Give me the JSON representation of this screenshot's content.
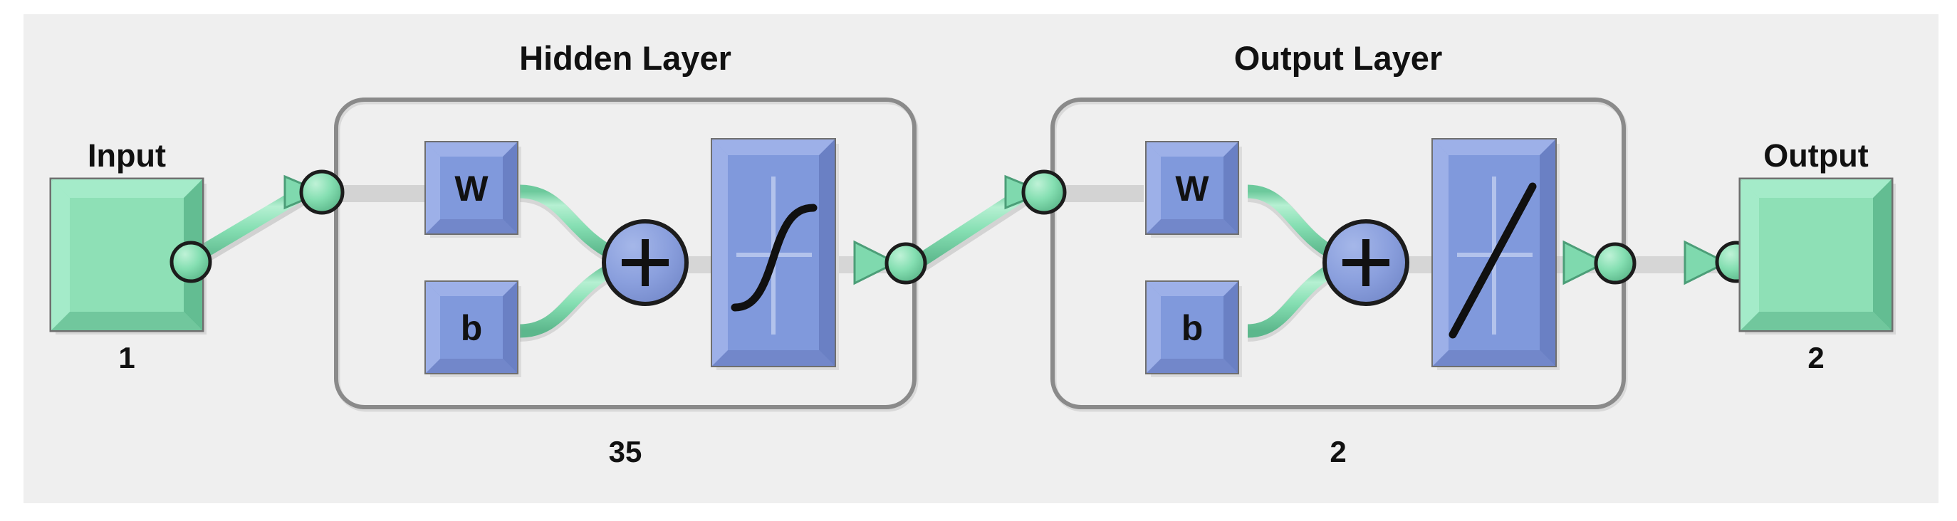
{
  "diagram": {
    "kind": "neural-network-architecture",
    "tool": "matlab-nn-view",
    "background_color": "#efefef",
    "page_color": "#ffffff"
  },
  "colors": {
    "panel_background": "#efefef",
    "input_output_green": "#8ce3b6",
    "green_light": "#a9ecc9",
    "green_dark": "#5fb88c",
    "pipe_green": "#7fdcae",
    "block_blue": "#8099dc",
    "blue_light": "#97abe4",
    "blue_dark": "#6d82c4",
    "outline_gray": "#7d7d7d",
    "text_black": "#111111"
  },
  "input": {
    "label": "Input",
    "size_label": "1",
    "node_name": "input-block"
  },
  "output": {
    "label": "Output",
    "size_label": "2",
    "node_name": "output-block"
  },
  "layers": [
    {
      "title": "Hidden Layer",
      "size_label": "35",
      "weight_label": "W",
      "bias_label": "b",
      "sum_label": "+",
      "transfer_function": "tansig",
      "transfer_glyph": "sigmoid-curve"
    },
    {
      "title": "Output Layer",
      "size_label": "2",
      "weight_label": "W",
      "bias_label": "b",
      "sum_label": "+",
      "transfer_function": "purelin",
      "transfer_glyph": "linear-line"
    }
  ]
}
